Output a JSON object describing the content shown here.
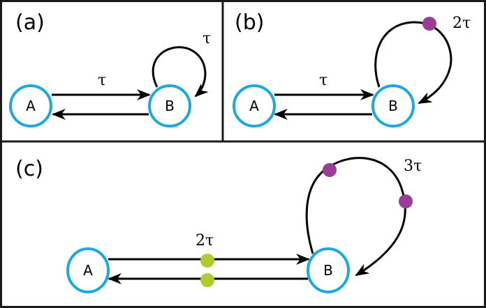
{
  "colors": {
    "node_stroke": "#1aa9e1",
    "edge": "#000000",
    "frame": "#1a1a1a",
    "delay_purple": "#9b3d96",
    "delay_green": "#b4c92a"
  },
  "panels": [
    {
      "id": "a",
      "label": "(a)",
      "nodes": [
        {
          "label": "A"
        },
        {
          "label": "B"
        }
      ],
      "edges": [
        {
          "from": "A",
          "to": "B",
          "delay_label": "τ",
          "delay_dots": 0
        },
        {
          "from": "B",
          "to": "A",
          "delay_label": "",
          "delay_dots": 0
        },
        {
          "from": "B",
          "to": "B",
          "delay_label": "τ",
          "delay_dots": 0
        }
      ]
    },
    {
      "id": "b",
      "label": "(b)",
      "nodes": [
        {
          "label": "A"
        },
        {
          "label": "B"
        }
      ],
      "edges": [
        {
          "from": "A",
          "to": "B",
          "delay_label": "τ",
          "delay_dots": 0
        },
        {
          "from": "B",
          "to": "A",
          "delay_label": "",
          "delay_dots": 0
        },
        {
          "from": "B",
          "to": "B",
          "delay_label": "2τ",
          "delay_dots": 1
        }
      ]
    },
    {
      "id": "c",
      "label": "(c)",
      "nodes": [
        {
          "label": "A"
        },
        {
          "label": "B"
        }
      ],
      "edges": [
        {
          "from": "A",
          "to": "B",
          "delay_label": "2τ",
          "delay_dots": 1
        },
        {
          "from": "B",
          "to": "A",
          "delay_label": "",
          "delay_dots": 1
        },
        {
          "from": "B",
          "to": "B",
          "delay_label": "3τ",
          "delay_dots": 2
        }
      ]
    }
  ]
}
